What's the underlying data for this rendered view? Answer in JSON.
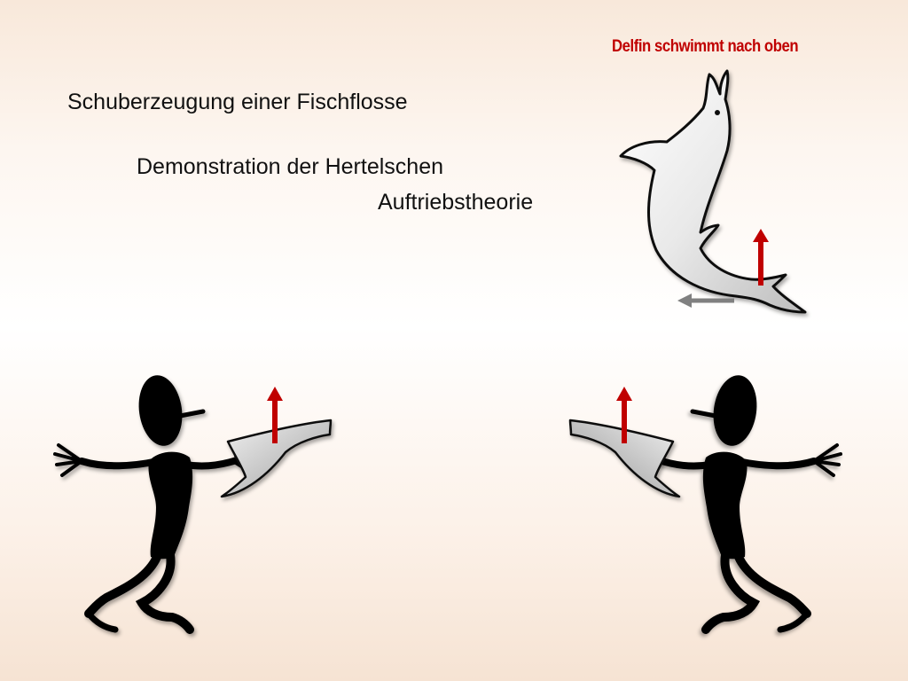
{
  "slide": {
    "title": "Schuberzeugung einer Fischflosse",
    "subtitle_line1": "Demonstration der Hertelschen",
    "subtitle_line2": "Auftriebstheorie",
    "dolphin_label": "Delfin schwimmt nach oben"
  },
  "colors": {
    "lift_arrow": "#c00000",
    "motion_arrow": "#808080",
    "figure": "#000000",
    "dolphin_body": "#e6e6e6",
    "fin": "#9a9a9a"
  },
  "icons": [
    "dolphin-icon",
    "stick-figure-icon",
    "fin-icon",
    "arrow-up-icon",
    "arrow-left-icon"
  ]
}
